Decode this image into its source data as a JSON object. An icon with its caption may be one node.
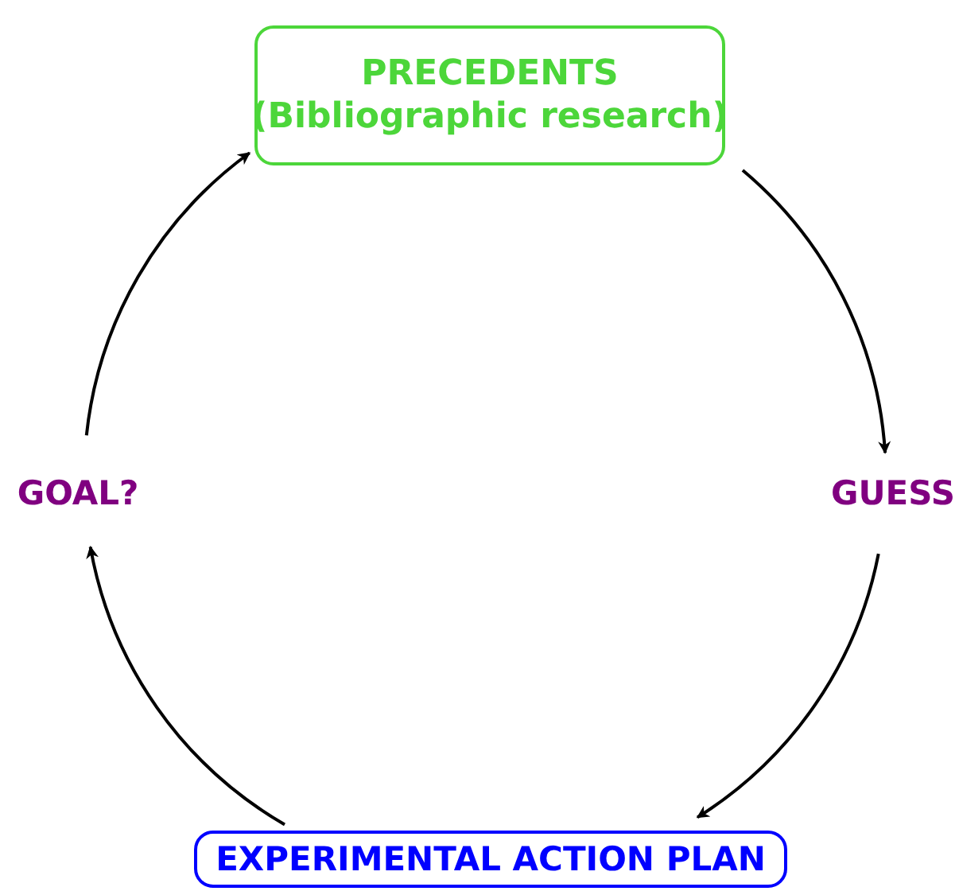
{
  "diagram": {
    "nodes": [
      {
        "text": [
          "PRECEDENTS",
          "(Bibliographic research)"
        ]
      },
      {
        "text": [
          "GUESS"
        ]
      },
      {
        "text": [
          "EXPERIMENTAL ACTION PLAN"
        ]
      },
      {
        "text": [
          "GOAL?"
        ]
      }
    ],
    "edges": [
      {
        "from": 0,
        "to": 1,
        "arrow": "to"
      },
      {
        "from": 1,
        "to": 2,
        "arrow": "to"
      },
      {
        "from": 2,
        "to": 3,
        "arrow": "to"
      },
      {
        "from": 3,
        "to": 0,
        "arrow": "to"
      }
    ]
  }
}
